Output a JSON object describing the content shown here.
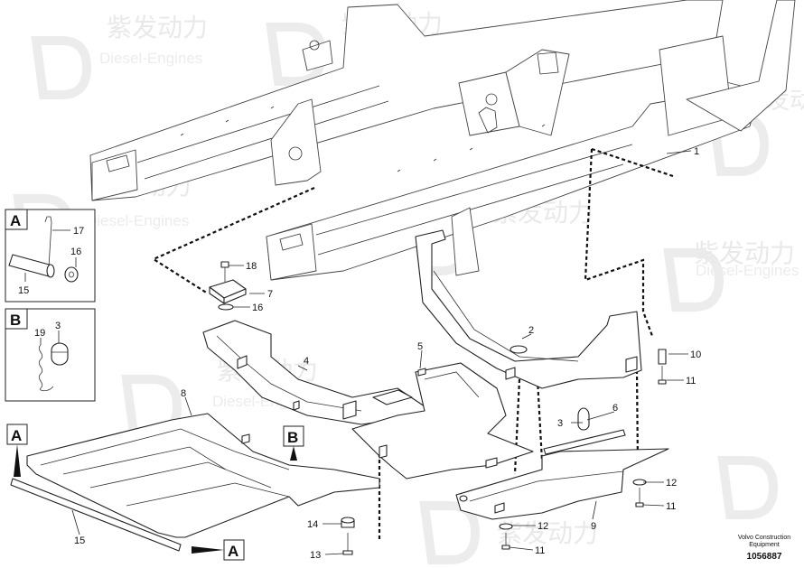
{
  "watermark": {
    "cn": "紫发动力",
    "en": "Diesel-Engines"
  },
  "footer": {
    "brand_line1": "Volvo Construction",
    "brand_line2": "Equipment",
    "drawing_number": "1056887"
  },
  "inset_a": {
    "letter": "A",
    "parts": [
      "17",
      "16",
      "15"
    ]
  },
  "inset_b": {
    "letter": "B",
    "parts": [
      "19",
      "3"
    ]
  },
  "view_markers": [
    "A",
    "B",
    "A"
  ],
  "callouts": [
    "1",
    "2",
    "3",
    "4",
    "5",
    "6",
    "7",
    "8",
    "9",
    "10",
    "11",
    "11",
    "11",
    "11",
    "12",
    "12",
    "13",
    "14",
    "15",
    "16",
    "18"
  ],
  "colors": {
    "line": "#222222",
    "watermark": "#e9e9e9",
    "background": "#ffffff"
  }
}
